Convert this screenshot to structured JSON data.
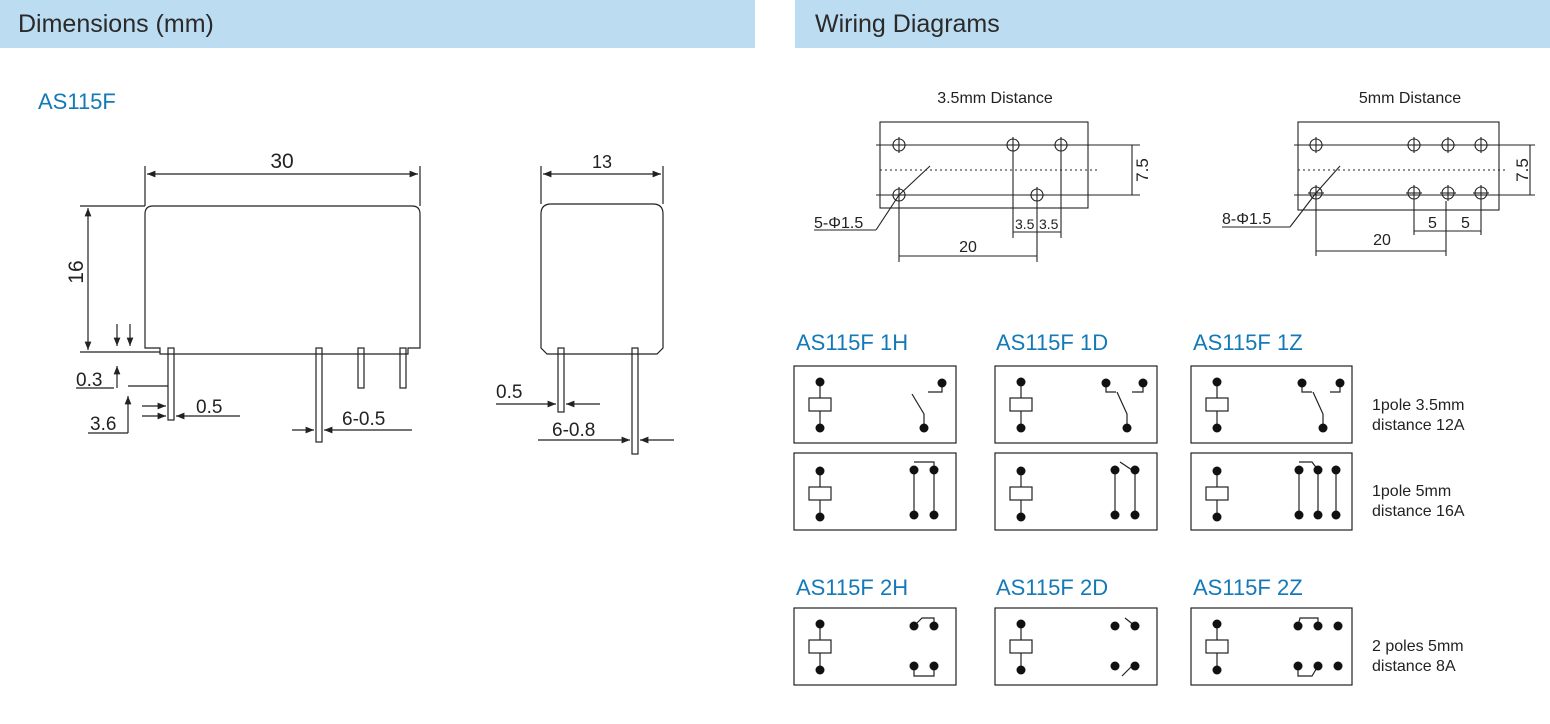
{
  "dimensions": {
    "header": "Dimensions (mm)",
    "model": "AS115F",
    "front": {
      "width": "30",
      "height": "16",
      "pin_offset": "0.3",
      "pin_length": "3.6",
      "pin_width": "0.5",
      "pin_width_b": "6-0.5"
    },
    "side": {
      "width": "13",
      "pin_width": "0.5",
      "pin_width_b": "6-0.8"
    }
  },
  "wiring": {
    "header": "Wiring Diagrams",
    "pcb_35": {
      "title": "3.5mm Distance",
      "vertical": "7.5",
      "holes": "5-Φ1.5",
      "spacing_a": "3.5",
      "spacing_b": "3.5",
      "span": "20"
    },
    "pcb_5": {
      "title": "5mm Distance",
      "vertical": "7.5",
      "holes": "8-Φ1.5",
      "spacing_a": "5",
      "spacing_b": "5",
      "span": "20"
    },
    "models": {
      "1h": "AS115F 1H",
      "1d": "AS115F 1D",
      "1z": "AS115F 1Z",
      "2h": "AS115F 2H",
      "2d": "AS115F 2D",
      "2z": "AS115F 2Z"
    },
    "notes": {
      "row1_a": "1pole 3.5mm",
      "row1_b": "distance 12A",
      "row2_a": "1pole 5mm",
      "row2_b": "distance 16A",
      "row3_a": "2 poles 5mm",
      "row3_b": "distance 8A"
    }
  }
}
